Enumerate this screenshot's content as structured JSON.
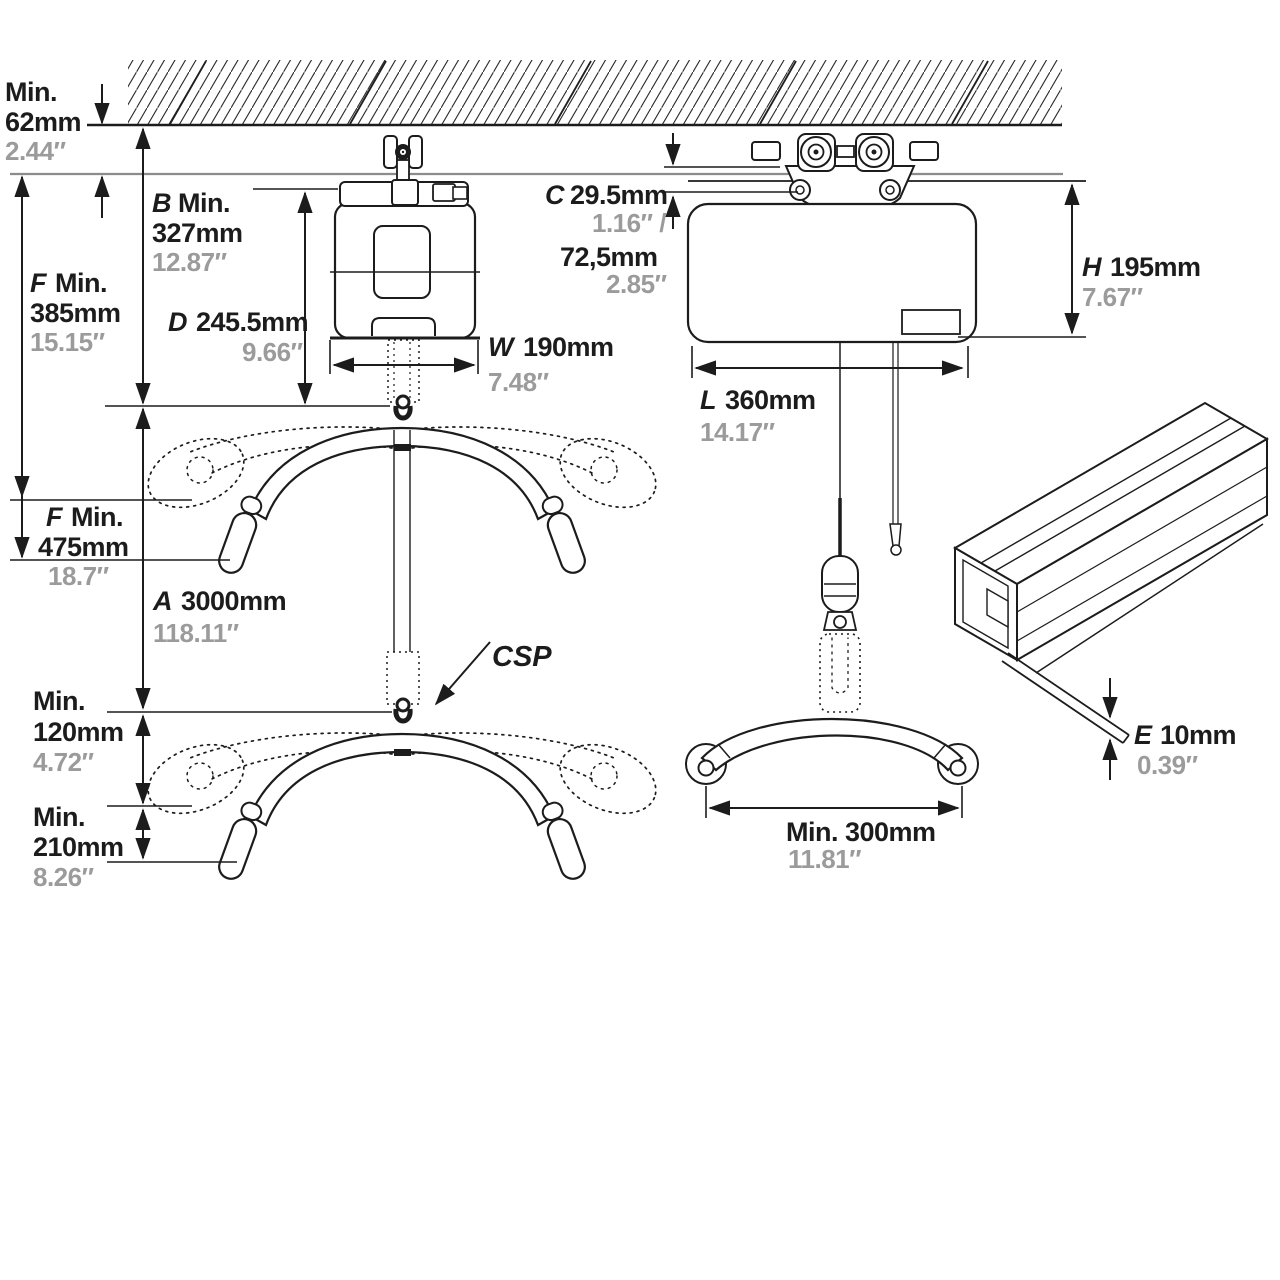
{
  "diagram_type": "ceiling-hoist-dimension-drawing",
  "colors": {
    "line": "#1c1c1c",
    "gray_text": "#9b9b9b",
    "gray_line": "#8c8c8c"
  },
  "dims": {
    "gap62": {
      "label": "Min.",
      "mm": "62mm",
      "inch": "2.44″"
    },
    "b": {
      "letter": "B",
      "label": "Min.",
      "mm": "327mm",
      "inch": "12.87″"
    },
    "f385": {
      "letter": "F",
      "label": "Min.",
      "mm": "385mm",
      "inch": "15.15″"
    },
    "d": {
      "letter": "D",
      "mm": "245.5mm",
      "inch": "9.66″"
    },
    "w": {
      "letter": "W",
      "mm": "190mm",
      "inch": "7.48″"
    },
    "c": {
      "letter": "C",
      "mm": "29.5mm",
      "inch": "1.16″ /",
      "mm2": "72,5mm",
      "inch2": "2.85″"
    },
    "h": {
      "letter": "H",
      "mm": "195mm",
      "inch": "7.67″"
    },
    "l": {
      "letter": "L",
      "mm": "360mm",
      "inch": "14.17″"
    },
    "a": {
      "letter": "A",
      "mm": "3000mm",
      "inch": "118.11″"
    },
    "f475": {
      "letter": "F",
      "label": "Min.",
      "mm": "475mm",
      "inch": "18.7″"
    },
    "min120": {
      "label": "Min.",
      "mm": "120mm",
      "inch": "4.72″"
    },
    "min210": {
      "label": "Min.",
      "mm": "210mm",
      "inch": "8.26″"
    },
    "min300": {
      "mm": "Min. 300mm",
      "inch": "11.81″"
    },
    "e": {
      "letter": "E",
      "mm": "10mm",
      "inch": "0.39″"
    },
    "csp": {
      "label": "CSP"
    }
  }
}
